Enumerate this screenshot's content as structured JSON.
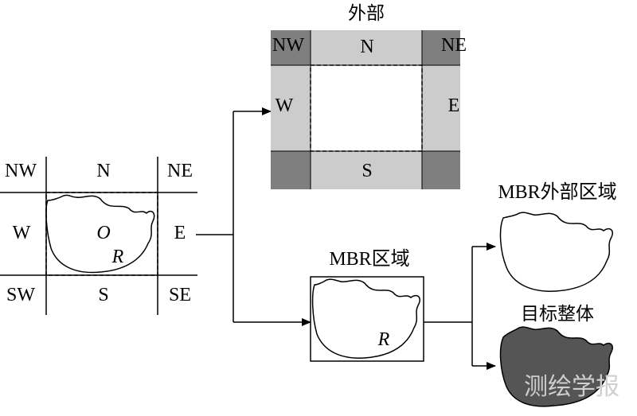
{
  "grid": {
    "nw": "NW",
    "n": "N",
    "ne": "NE",
    "w": "W",
    "center_o": "O",
    "center_r": "R",
    "e": "E",
    "sw": "SW",
    "s": "S",
    "se": "SE"
  },
  "exterior": {
    "title": "外部",
    "nw": "NW",
    "n": "N",
    "ne": "NE",
    "w": "W",
    "e": "E",
    "s": "S"
  },
  "mbr_region": {
    "title": "MBR区域",
    "label_r": "R"
  },
  "mbr_exterior": {
    "title": "MBR外部区域"
  },
  "target_whole": {
    "title": "目标整体"
  },
  "watermark": "测绘学报",
  "colors": {
    "light_gray": "#cccccc",
    "dark_gray": "#7f7f7f",
    "filled_shape": "#555555",
    "line": "#000000"
  }
}
